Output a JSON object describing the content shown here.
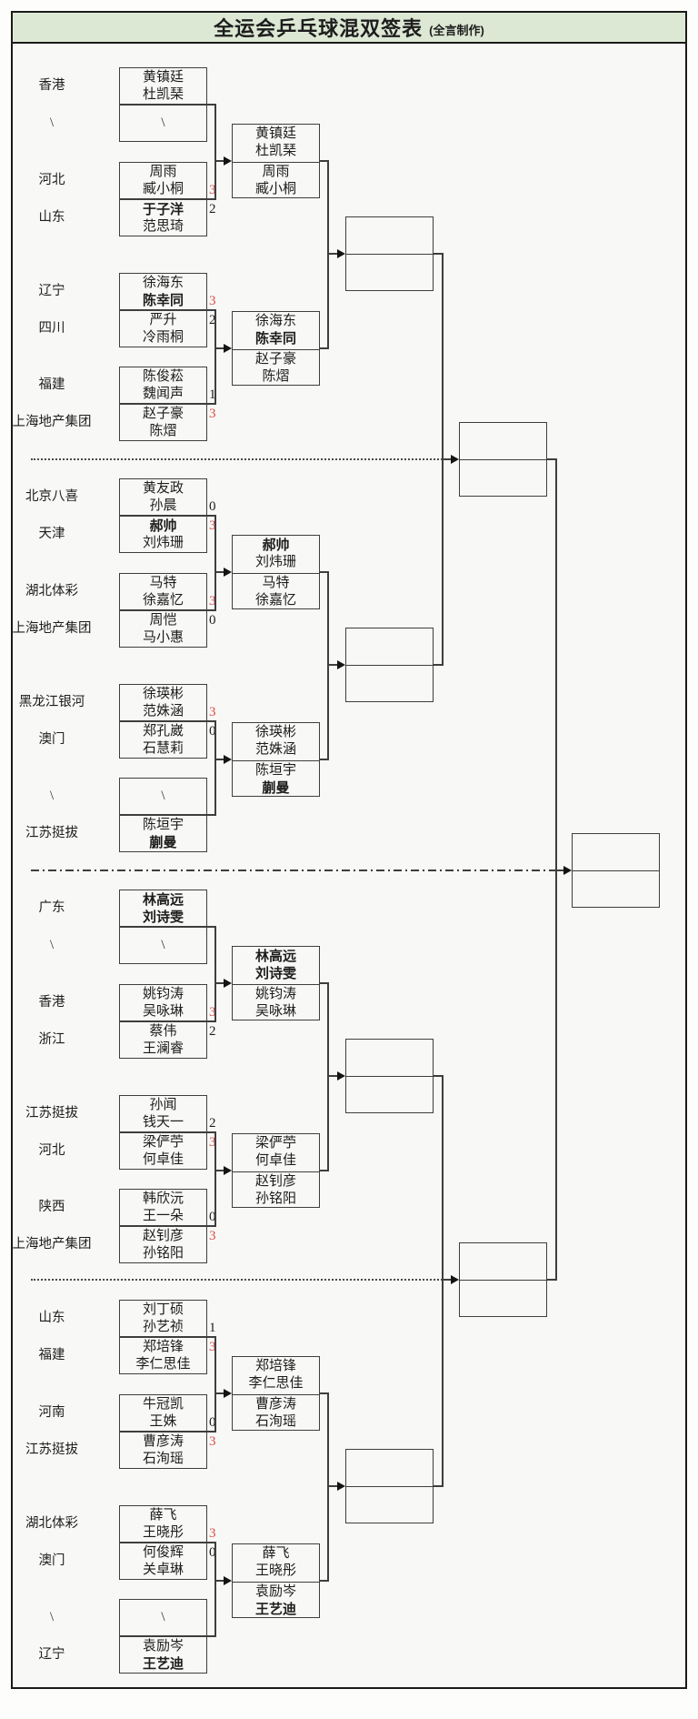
{
  "title": {
    "main": "全运会乒乓球混双签表",
    "credit": "(全言制作)"
  },
  "colors": {
    "title_bg": "#dce8d4",
    "border": "#1a1a1a",
    "line": "#3e3e3e",
    "win_score": "#d94c4c",
    "text": "#1d1d1d",
    "page_bg": "#f8f8f6"
  },
  "quarters": [
    {
      "round1": [
        {
          "region": "香港",
          "players": [
            "黄镇廷",
            "杜凯琹"
          ]
        },
        {
          "region": "\\",
          "players": [
            "\\"
          ],
          "bye": true
        },
        {
          "region": "河北",
          "players": [
            "周雨",
            "臧小桐"
          ],
          "score": "3",
          "winner": true
        },
        {
          "region": "山东",
          "players": [
            "于子洋",
            "范思琦"
          ],
          "bold": [
            true,
            false
          ],
          "score": "2"
        },
        {
          "region": "辽宁",
          "players": [
            "徐海东",
            "陈幸同"
          ],
          "bold": [
            false,
            true
          ],
          "score": "3",
          "winner": true
        },
        {
          "region": "四川",
          "players": [
            "严升",
            "冷雨桐"
          ],
          "score": "2"
        },
        {
          "region": "福建",
          "players": [
            "陈俊菘",
            "魏闻声"
          ],
          "score": "1"
        },
        {
          "region": "上海地产集团",
          "players": [
            "赵子豪",
            "陈熠"
          ],
          "score": "3",
          "winner": true
        }
      ],
      "round2": [
        {
          "players": [
            "黄镇廷",
            "杜凯琹"
          ]
        },
        {
          "players": [
            "周雨",
            "臧小桐"
          ]
        },
        {
          "players": [
            "徐海东",
            "陈幸同"
          ],
          "bold": [
            false,
            true
          ]
        },
        {
          "players": [
            "赵子豪",
            "陈熠"
          ]
        }
      ]
    },
    {
      "round1": [
        {
          "region": "北京八喜",
          "players": [
            "黄友政",
            "孙晨"
          ],
          "score": "0"
        },
        {
          "region": "天津",
          "players": [
            "郝帅",
            "刘炜珊"
          ],
          "bold": [
            true,
            false
          ],
          "score": "3",
          "winner": true
        },
        {
          "region": "湖北体彩",
          "players": [
            "马特",
            "徐嘉忆"
          ],
          "score": "3",
          "winner": true
        },
        {
          "region": "上海地产集团",
          "players": [
            "周恺",
            "马小惠"
          ],
          "score": "0"
        },
        {
          "region": "黑龙江银河",
          "players": [
            "徐瑛彬",
            "范姝涵"
          ],
          "score": "3",
          "winner": true
        },
        {
          "region": "澳门",
          "players": [
            "郑孔崴",
            "石慧莉"
          ],
          "score": "0"
        },
        {
          "region": "\\",
          "players": [
            "\\"
          ],
          "bye": true
        },
        {
          "region": "江苏挺拔",
          "players": [
            "陈垣宇",
            "蒯曼"
          ],
          "bold": [
            false,
            true
          ]
        }
      ],
      "round2": [
        {
          "players": [
            "郝帅",
            "刘炜珊"
          ],
          "bold": [
            true,
            false
          ]
        },
        {
          "players": [
            "马特",
            "徐嘉忆"
          ]
        },
        {
          "players": [
            "徐瑛彬",
            "范姝涵"
          ]
        },
        {
          "players": [
            "陈垣宇",
            "蒯曼"
          ],
          "bold": [
            false,
            true
          ]
        }
      ]
    },
    {
      "round1": [
        {
          "region": "广东",
          "players": [
            "林高远",
            "刘诗雯"
          ],
          "bold": [
            true,
            true
          ]
        },
        {
          "region": "\\",
          "players": [
            "\\"
          ],
          "bye": true
        },
        {
          "region": "香港",
          "players": [
            "姚钧涛",
            "吴咏琳"
          ],
          "score": "3",
          "winner": true
        },
        {
          "region": "浙江",
          "players": [
            "蔡伟",
            "王澜睿"
          ],
          "score": "2"
        },
        {
          "region": "江苏挺拔",
          "players": [
            "孙闻",
            "钱天一"
          ],
          "score": "2"
        },
        {
          "region": "河北",
          "players": [
            "梁俨苧",
            "何卓佳"
          ],
          "score": "3",
          "winner": true
        },
        {
          "region": "陕西",
          "players": [
            "韩欣沅",
            "王一朵"
          ],
          "score": "0"
        },
        {
          "region": "上海地产集团",
          "players": [
            "赵钊彦",
            "孙铭阳"
          ],
          "score": "3",
          "winner": true
        }
      ],
      "round2": [
        {
          "players": [
            "林高远",
            "刘诗雯"
          ],
          "bold": [
            true,
            true
          ]
        },
        {
          "players": [
            "姚钧涛",
            "吴咏琳"
          ]
        },
        {
          "players": [
            "梁俨苧",
            "何卓佳"
          ]
        },
        {
          "players": [
            "赵钊彦",
            "孙铭阳"
          ]
        }
      ]
    },
    {
      "round1": [
        {
          "region": "山东",
          "players": [
            "刘丁硕",
            "孙艺祯"
          ],
          "score": "1"
        },
        {
          "region": "福建",
          "players": [
            "郑培锋",
            "李仁思佳"
          ],
          "score": "3",
          "winner": true
        },
        {
          "region": "河南",
          "players": [
            "牛冠凯",
            "王姝"
          ],
          "score": "0"
        },
        {
          "region": "江苏挺拔",
          "players": [
            "曹彦涛",
            "石洵瑶"
          ],
          "score": "3",
          "winner": true
        },
        {
          "region": "湖北体彩",
          "players": [
            "薛飞",
            "王晓彤"
          ],
          "score": "3",
          "winner": true
        },
        {
          "region": "澳门",
          "players": [
            "何俊辉",
            "关卓琳"
          ],
          "score": "0"
        },
        {
          "region": "\\",
          "players": [
            "\\"
          ],
          "bye": true
        },
        {
          "region": "辽宁",
          "players": [
            "袁励岑",
            "王艺迪"
          ],
          "bold": [
            false,
            true
          ]
        }
      ],
      "round2": [
        {
          "players": [
            "郑培锋",
            "李仁思佳"
          ]
        },
        {
          "players": [
            "曹彦涛",
            "石洵瑶"
          ]
        },
        {
          "players": [
            "薛飞",
            "王晓彤"
          ]
        },
        {
          "players": [
            "袁励岑",
            "王艺迪"
          ],
          "bold": [
            false,
            true
          ]
        }
      ]
    }
  ]
}
